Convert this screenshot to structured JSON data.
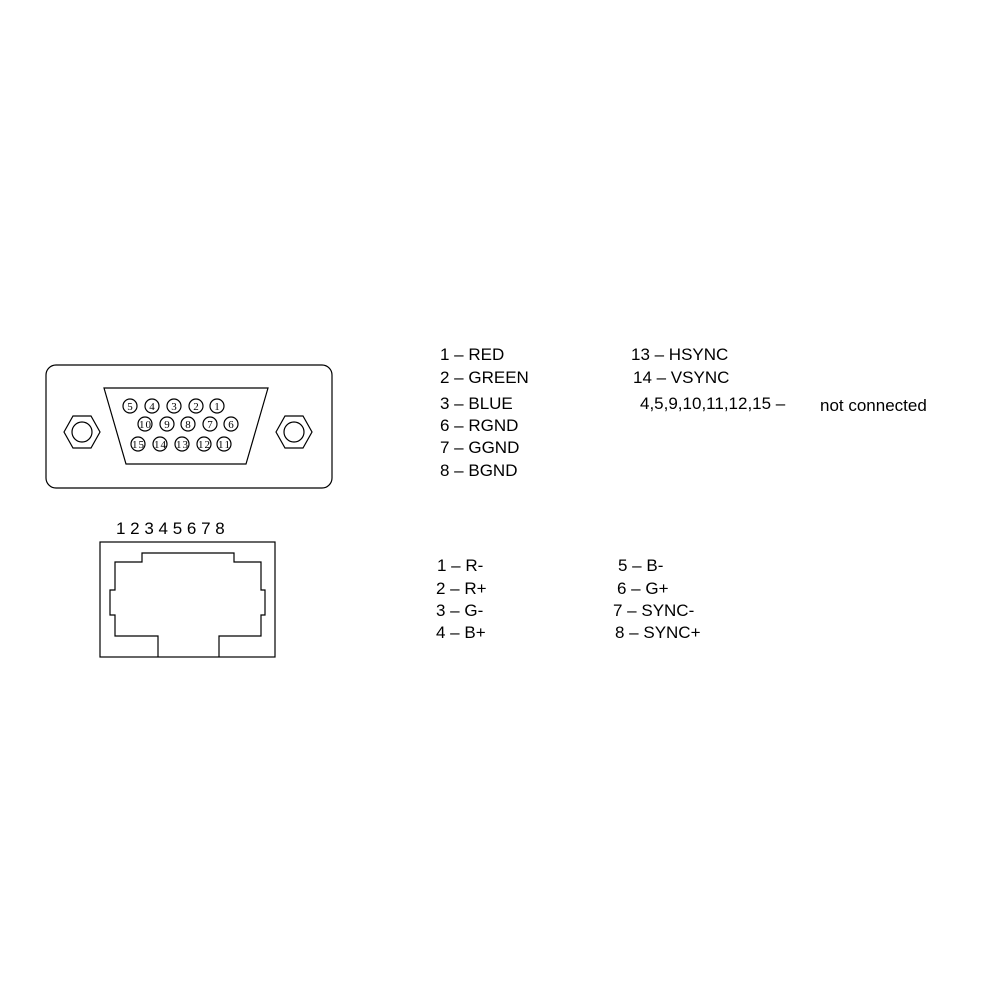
{
  "vga": {
    "pin_rows": [
      [
        "5",
        "4",
        "3",
        "2",
        "1"
      ],
      [
        "10",
        "9",
        "8",
        "7",
        "6"
      ],
      [
        "15",
        "14",
        "13",
        "12",
        "11"
      ]
    ],
    "pinout_left": [
      "1 – RED",
      "2 – GREEN",
      "3 – BLUE",
      "6 – RGND",
      "7 – GGND",
      "8 – BGND"
    ],
    "pinout_right": [
      "13 – HSYNC",
      "14 – VSYNC",
      "4,5,9,10,11,12,15 –"
    ],
    "not_connected": "not connected"
  },
  "rj45": {
    "pin_numbers": "1 2 3 4 5 6 7 8",
    "pinout_left": [
      "1 – R-",
      "2 – R+",
      "3 – G-",
      "4 – B+"
    ],
    "pinout_right": [
      "5 – B-",
      "6 – G+",
      "7 – SYNC-",
      "8 – SYNC+"
    ]
  }
}
